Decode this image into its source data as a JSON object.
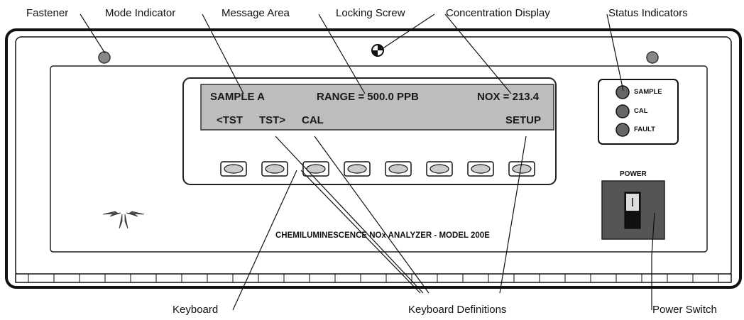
{
  "callouts": {
    "fastener": "Fastener",
    "mode_indicator": "Mode Indicator",
    "message_area": "Message Area",
    "locking_screw": "Locking Screw",
    "concentration_display": "Concentration Display",
    "status_indicators": "Status Indicators",
    "keyboard": "Keyboard",
    "keyboard_definitions": "Keyboard Definitions",
    "power_switch": "Power Switch"
  },
  "display": {
    "mode": "SAMPLE A",
    "message": "RANGE = 500.0 PPB",
    "concentration": "NOX = 213.4",
    "keys": [
      "<TST",
      "TST>",
      "CAL",
      "SETUP"
    ]
  },
  "status_leds": [
    "SAMPLE",
    "CAL",
    "FAULT"
  ],
  "power_label": "POWER",
  "model_text": "CHEMILUMINESCENCE NOx ANALYZER - MODEL 200E"
}
